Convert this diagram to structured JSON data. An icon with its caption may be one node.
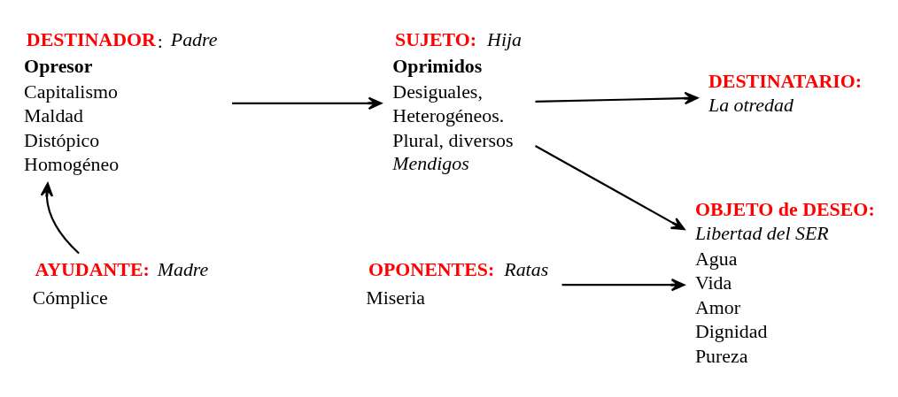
{
  "diagram": {
    "nodes": [
      {
        "text": [
          "**DESTINADOR**: *Padre*",
          "Opresor",
          "Capitalismo",
          "Maldad",
          "Distópico",
          "Homogéneo"
        ]
      },
      {
        "text": [
          "**SUJETO:** *Hija*",
          "Oprimidos",
          "Desiguales,",
          "Heterogéneos.",
          "Plural, diversos",
          "*Mendigos*"
        ]
      },
      {
        "text": [
          "**DESTINATARIO:**",
          "*La otredad*"
        ]
      },
      {
        "text": [
          "**OBJETO de DESEO:**",
          "*Libertad del SER*",
          "Agua",
          "Vida",
          "Amor",
          "Dignidad",
          "Pureza"
        ]
      },
      {
        "text": [
          "**AYUDANTE:** *Madre*",
          "Cómplice"
        ]
      },
      {
        "text": [
          "**OPONENTES:** *Ratas*",
          "Miseria"
        ]
      }
    ],
    "edges": [
      {
        "from": 0,
        "to": 1,
        "arrow": "to"
      },
      {
        "from": 1,
        "to": 2,
        "arrow": "to"
      },
      {
        "from": 1,
        "to": 3,
        "arrow": "to"
      },
      {
        "from": 4,
        "to": 0,
        "arrow": "to"
      },
      {
        "from": 5,
        "to": 3,
        "arrow": "to"
      }
    ]
  }
}
